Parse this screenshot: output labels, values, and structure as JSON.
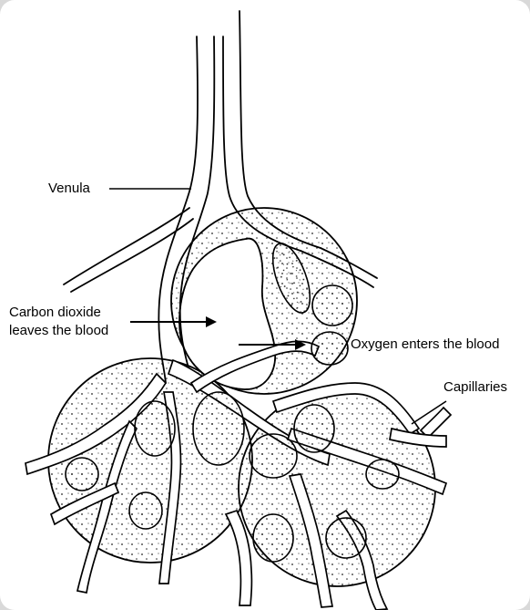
{
  "labels": {
    "venula": "Venula",
    "co2_line1": "Carbon dioxide",
    "co2_line2": "leaves the blood",
    "oxygen": "Oxygen enters the blood",
    "capillaries": "Capillaries"
  }
}
